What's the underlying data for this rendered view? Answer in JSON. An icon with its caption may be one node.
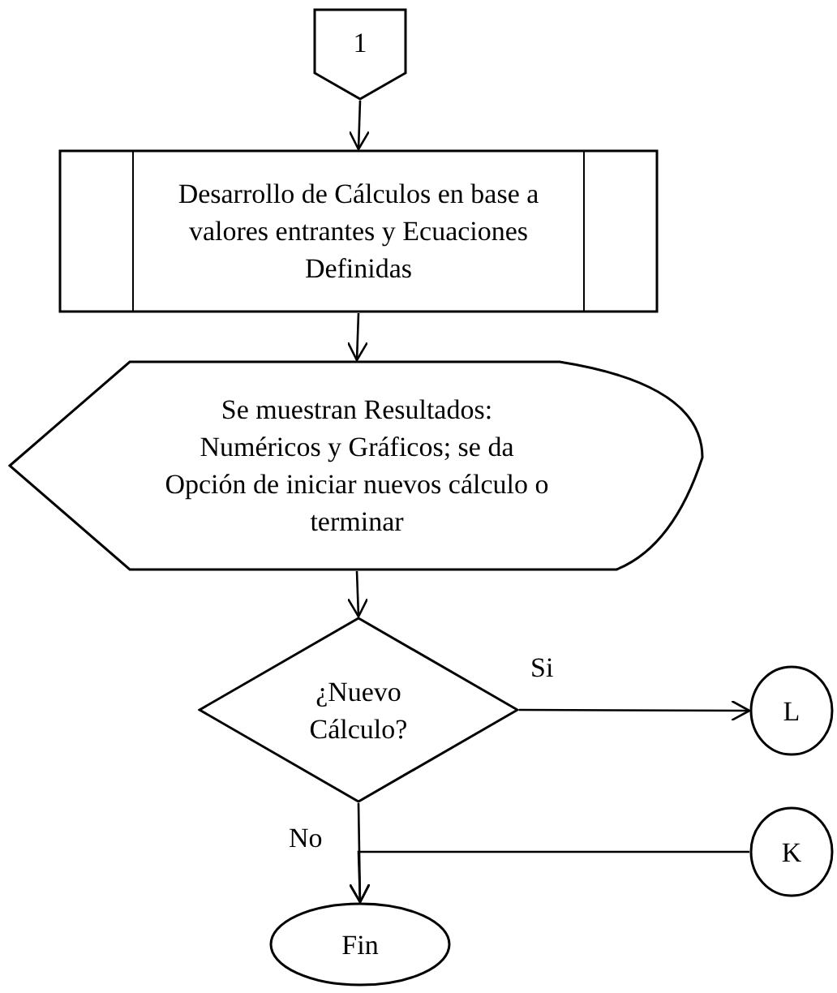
{
  "diagram": {
    "nodes": [
      {
        "text": [
          "1"
        ]
      },
      {
        "text": [
          "Desarrollo de Cálculos en base a valores entrantes y Ecuaciones Definidas"
        ]
      },
      {
        "text": [
          "Se muestran Resultados: Numéricos y Gráficos; se da Opción de iniciar nuevos cálculo o terminar"
        ]
      },
      {
        "text": [
          "¿Nuevo Cálculo?"
        ]
      },
      {
        "text": [
          "L"
        ]
      },
      {
        "text": [
          "K"
        ]
      },
      {
        "text": [
          "Fin"
        ]
      }
    ],
    "edges": [
      {
        "from": 0,
        "to": 1,
        "arrow": "to"
      },
      {
        "from": 1,
        "to": 2,
        "arrow": "to"
      },
      {
        "from": 2,
        "to": 3,
        "arrow": "to"
      },
      {
        "from": 3,
        "to": 4,
        "arrow": "to",
        "label": "Si"
      },
      {
        "from": 3,
        "to": 6,
        "arrow": "to",
        "label": "No"
      },
      {
        "from": 5,
        "to": 6,
        "arrow": "to"
      }
    ]
  }
}
